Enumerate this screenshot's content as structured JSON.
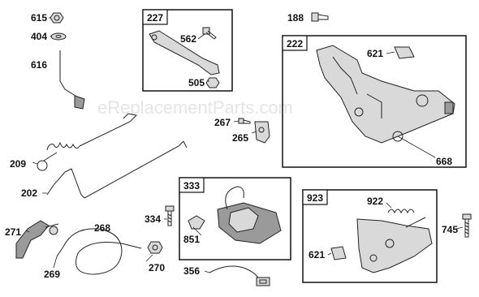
{
  "watermark": "eReplacementParts.com",
  "boxes": {
    "b227": "227",
    "b222": "222",
    "b333": "333",
    "b923": "923"
  },
  "callouts": {
    "p615": "615",
    "p404": "404",
    "p616": "616",
    "p188": "188",
    "p562": "562",
    "p505": "505",
    "p621a": "621",
    "p267": "267",
    "p265": "265",
    "p668": "668",
    "p209": "209",
    "p202": "202",
    "p271": "271",
    "p268": "268",
    "p269": "269",
    "p270": "270",
    "p334": "334",
    "p851": "851",
    "p356": "356",
    "p922": "922",
    "p745": "745",
    "p621b": "621"
  }
}
